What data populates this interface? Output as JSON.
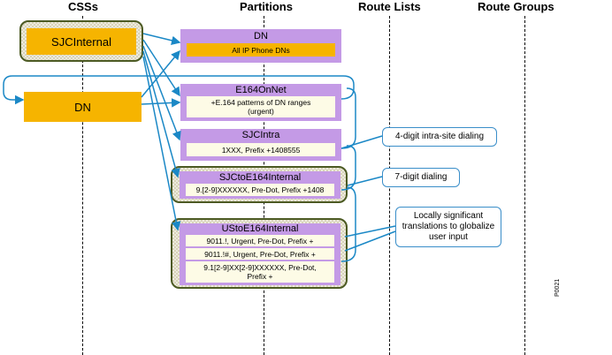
{
  "headers": {
    "css": "CSSs",
    "partitions": "Partitions",
    "route_lists": "Route Lists",
    "route_groups": "Route Groups"
  },
  "css_boxes": {
    "sjc_internal": "SJCInternal",
    "dn": "DN"
  },
  "partitions": {
    "dn": {
      "title": "DN",
      "cells": [
        "All IP Phone DNs"
      ]
    },
    "e164onnet": {
      "title": "E164OnNet",
      "cells": [
        "+E.164 patterns of DN ranges (urgent)"
      ]
    },
    "sjcintra": {
      "title": "SJCIntra",
      "cells": [
        "1XXX, Prefix +1408555"
      ]
    },
    "sjctoe164internal": {
      "title": "SJCtoE164Internal",
      "cells": [
        "9.[2-9]XXXXXX, Pre-Dot, Prefix +1408"
      ]
    },
    "ustoe164internal": {
      "title": "UStoE164Internal",
      "cells": [
        "9011.!, Urgent, Pre-Dot, Prefix +",
        "9011.!#, Urgent, Pre-Dot, Prefix +",
        "9.1[2-9]XX[2-9]XXXXXX, Pre-Dot, Prefix +"
      ]
    }
  },
  "callouts": {
    "four_digit": "4-digit intra-site dialing",
    "seven_digit": "7-digit dialing",
    "locally": "Locally significant translations to globalize user input"
  },
  "figure_id": "P0021",
  "colors": {
    "orange": "#f6b400",
    "purple": "#c49ae6",
    "cell": "#fdfbe6",
    "arrow": "#1b88c6",
    "outline": "#4c5a23"
  }
}
